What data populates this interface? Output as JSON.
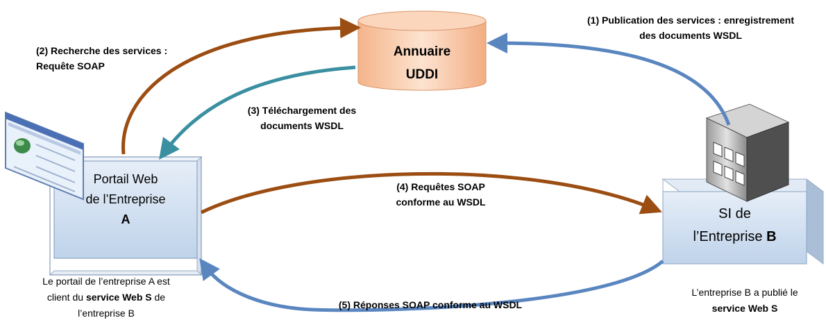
{
  "nodes": {
    "uddi": {
      "line1": "Annuaire",
      "line2": "UDDI"
    },
    "portal": {
      "line1": "Portail Web",
      "line2": "de l’Entreprise",
      "line3": "A"
    },
    "si": {
      "line1": "SI de",
      "line2_prefix": "l’Entreprise ",
      "line2_bold": "B"
    }
  },
  "edges": {
    "e1": {
      "line1": "(1) Publication des services : enregistrement",
      "line2": "des documents WSDL"
    },
    "e2": {
      "line1": "(2) Recherche des services :",
      "line2": "Requête SOAP"
    },
    "e3": {
      "line1": "(3) Téléchargement  des",
      "line2": "documents WSDL"
    },
    "e4": {
      "line1": "(4) Requêtes SOAP",
      "line2": "conforme au WSDL"
    },
    "e5": {
      "line1": "(5) Réponses SOAP conforme au WSDL"
    }
  },
  "captions": {
    "left": {
      "line1": "Le portail de l’entreprise A est",
      "line2_pre": "client du ",
      "line2_bold": "service Web S",
      "line2_post": " de",
      "line3": "l’entreprise B"
    },
    "right": {
      "line1": "L’entreprise B a publié le",
      "line2_bold": "service Web S"
    }
  },
  "colors": {
    "brown_arrow": "#9b4d12",
    "blue_arrow": "#5a86c0",
    "teal_arrow": "#3a8fa0",
    "cylinder_fill": "#f8c9a8",
    "box_fill": "#d4e2f1"
  }
}
